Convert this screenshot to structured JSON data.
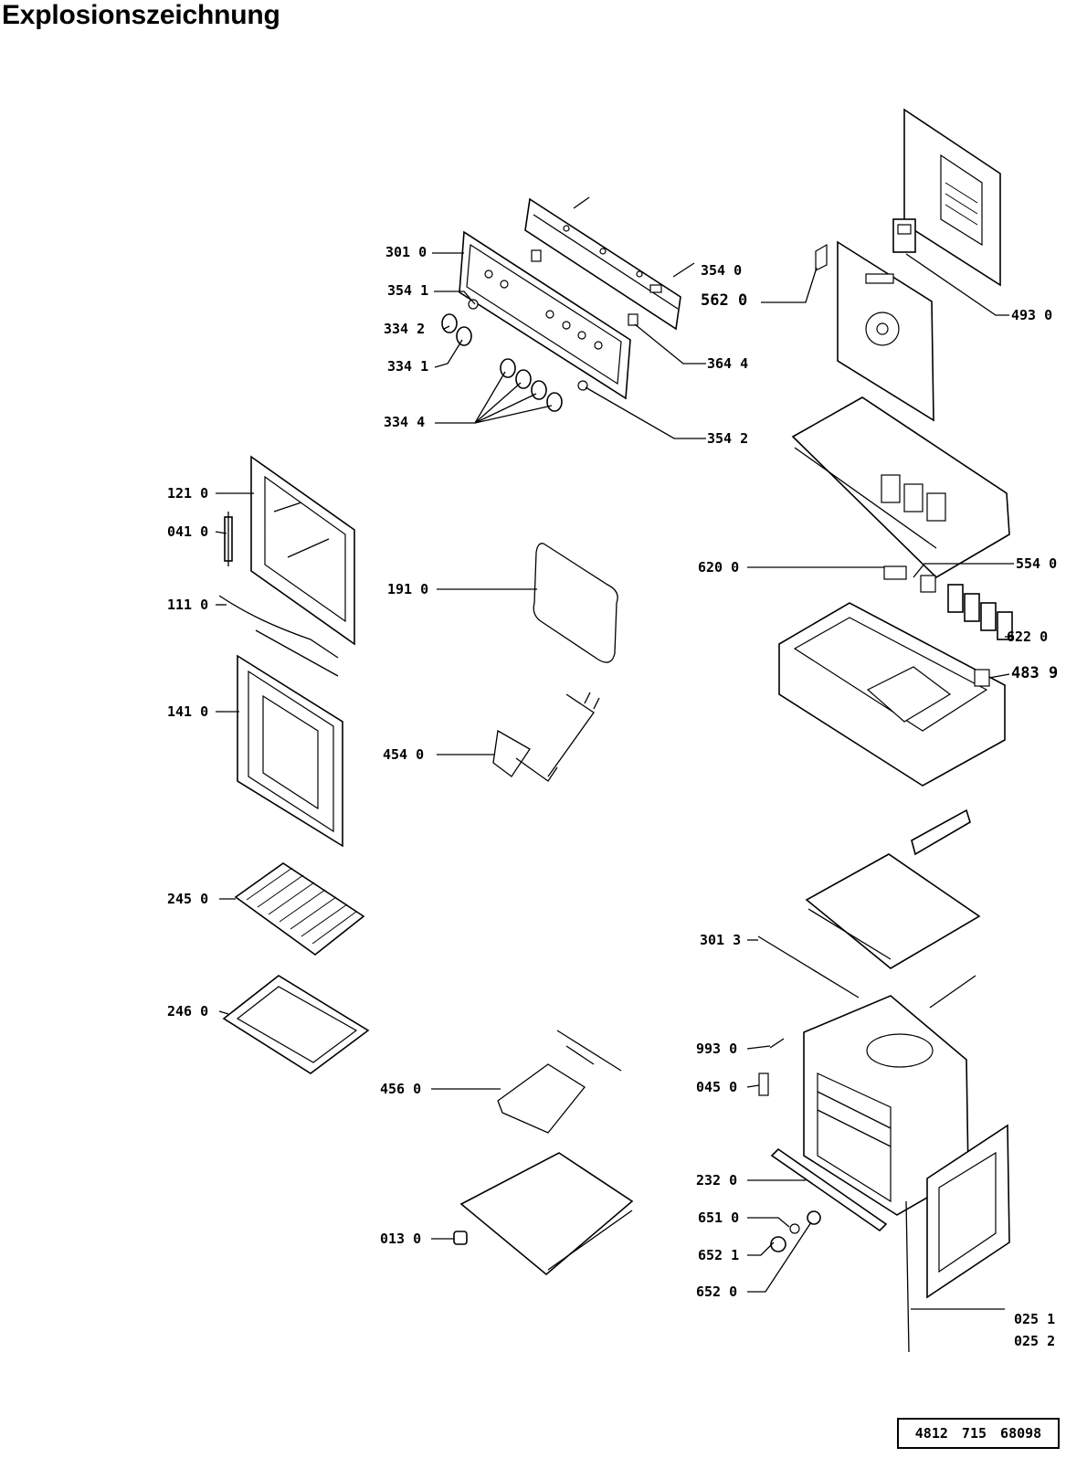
{
  "title": "Explosionszeichnung",
  "doc_number": "4812 715 68098",
  "callouts": [
    {
      "id": "c1",
      "label": "301 0"
    },
    {
      "id": "c2",
      "label": "354 1"
    },
    {
      "id": "c3",
      "label": "334 2"
    },
    {
      "id": "c4",
      "label": "334 1"
    },
    {
      "id": "c5",
      "label": "334 4"
    },
    {
      "id": "c6",
      "label": "354 0"
    },
    {
      "id": "c7",
      "label": "562 0"
    },
    {
      "id": "c8",
      "label": "364 4"
    },
    {
      "id": "c9",
      "label": "354 2"
    },
    {
      "id": "c10",
      "label": "493 0"
    },
    {
      "id": "c11",
      "label": "121 0"
    },
    {
      "id": "c12",
      "label": "041 0"
    },
    {
      "id": "c13",
      "label": "111 0"
    },
    {
      "id": "c14",
      "label": "191 0"
    },
    {
      "id": "c15",
      "label": "620 0"
    },
    {
      "id": "c16",
      "label": "554 0"
    },
    {
      "id": "c17",
      "label": "622 0"
    },
    {
      "id": "c18",
      "label": "483 9"
    },
    {
      "id": "c19",
      "label": "141 0"
    },
    {
      "id": "c20",
      "label": "454 0"
    },
    {
      "id": "c21",
      "label": "245 0"
    },
    {
      "id": "c22",
      "label": "301 3"
    },
    {
      "id": "c23",
      "label": "246 0"
    },
    {
      "id": "c24",
      "label": "993 0"
    },
    {
      "id": "c25",
      "label": "045 0"
    },
    {
      "id": "c26",
      "label": "456 0"
    },
    {
      "id": "c27",
      "label": "232 0"
    },
    {
      "id": "c28",
      "label": "651 0"
    },
    {
      "id": "c29",
      "label": "652 1"
    },
    {
      "id": "c30",
      "label": "652 0"
    },
    {
      "id": "c31",
      "label": "013 0"
    },
    {
      "id": "c32",
      "label": "025 1"
    },
    {
      "id": "c33",
      "label": "025 2"
    }
  ]
}
